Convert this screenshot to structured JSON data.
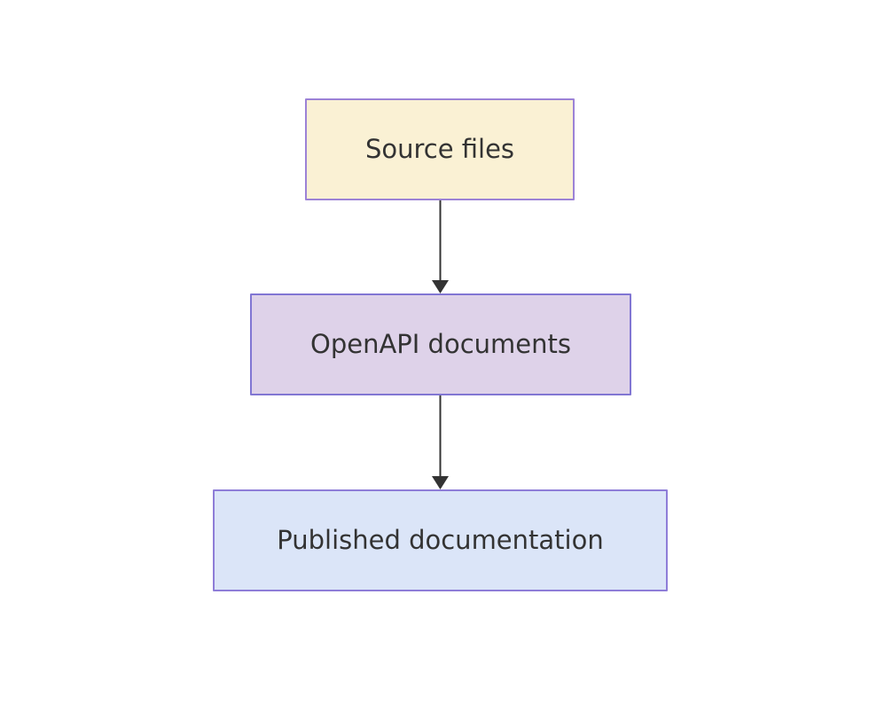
{
  "diagram": {
    "title": "documentation pipeline flowchart",
    "nodes": [
      {
        "id": "source",
        "label": "Source files",
        "fill": "#faf1d4",
        "border": "#9c82d6"
      },
      {
        "id": "openapi",
        "label": "OpenAPI documents",
        "fill": "#ded2e9",
        "border": "#8176d3"
      },
      {
        "id": "published",
        "label": "Published documentation",
        "fill": "#dbe5f8",
        "border": "#8e7dd8"
      }
    ],
    "edges": [
      {
        "from": "source",
        "to": "openapi"
      },
      {
        "from": "openapi",
        "to": "published"
      }
    ],
    "colors": {
      "background": "#ffffff",
      "arrow": "#333333",
      "text": "#333333"
    }
  }
}
